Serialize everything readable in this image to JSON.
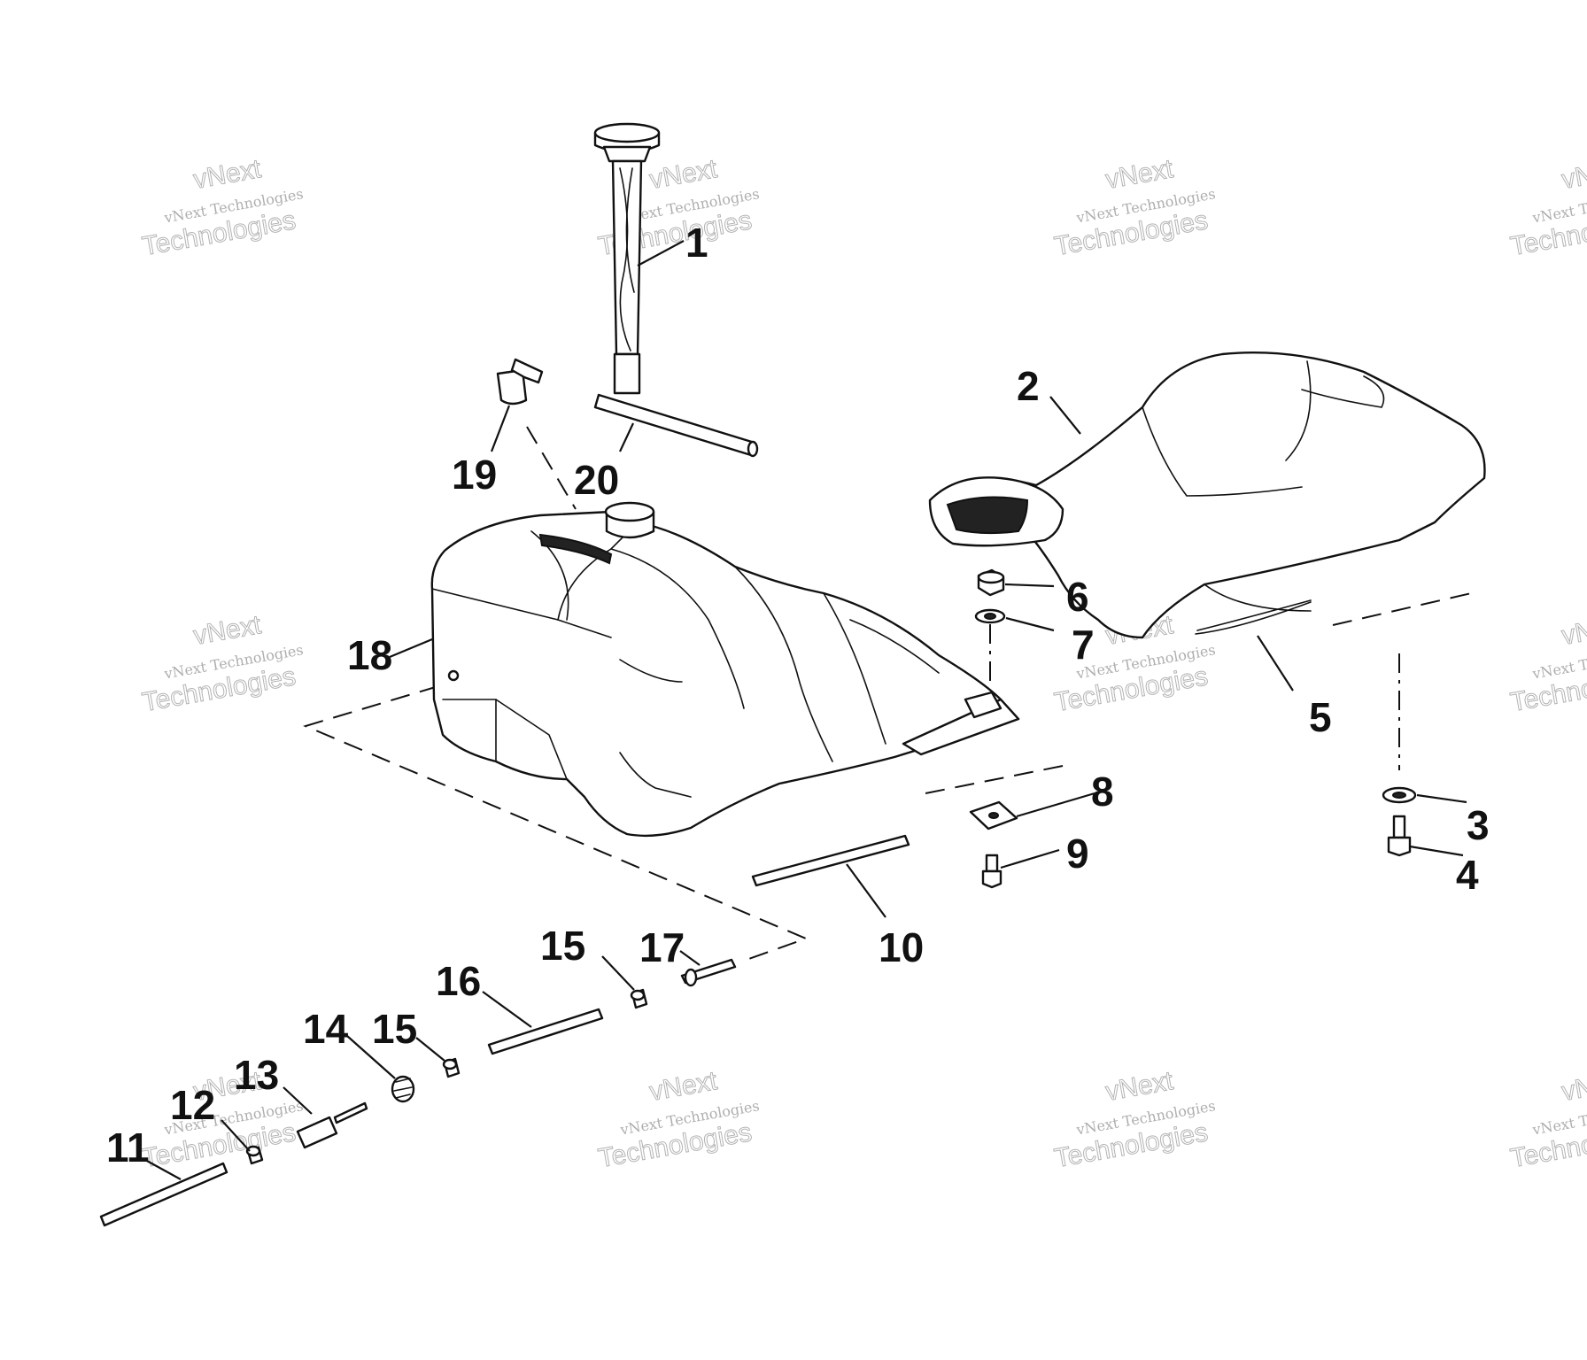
{
  "callouts": [
    {
      "label": "1"
    },
    {
      "label": "2"
    },
    {
      "label": "3"
    },
    {
      "label": "4"
    },
    {
      "label": "5"
    },
    {
      "label": "6"
    },
    {
      "label": "7"
    },
    {
      "label": "8"
    },
    {
      "label": "9"
    },
    {
      "label": "10"
    },
    {
      "label": "11"
    },
    {
      "label": "12"
    },
    {
      "label": "13"
    },
    {
      "label": "14"
    },
    {
      "label": "15"
    },
    {
      "label": "15"
    },
    {
      "label": "16"
    },
    {
      "label": "17"
    },
    {
      "label": "18"
    },
    {
      "label": "19"
    },
    {
      "label": "20"
    }
  ],
  "watermark": {
    "line1": "vNext",
    "line2": "vNext Technologies",
    "line3": "Technologies"
  }
}
